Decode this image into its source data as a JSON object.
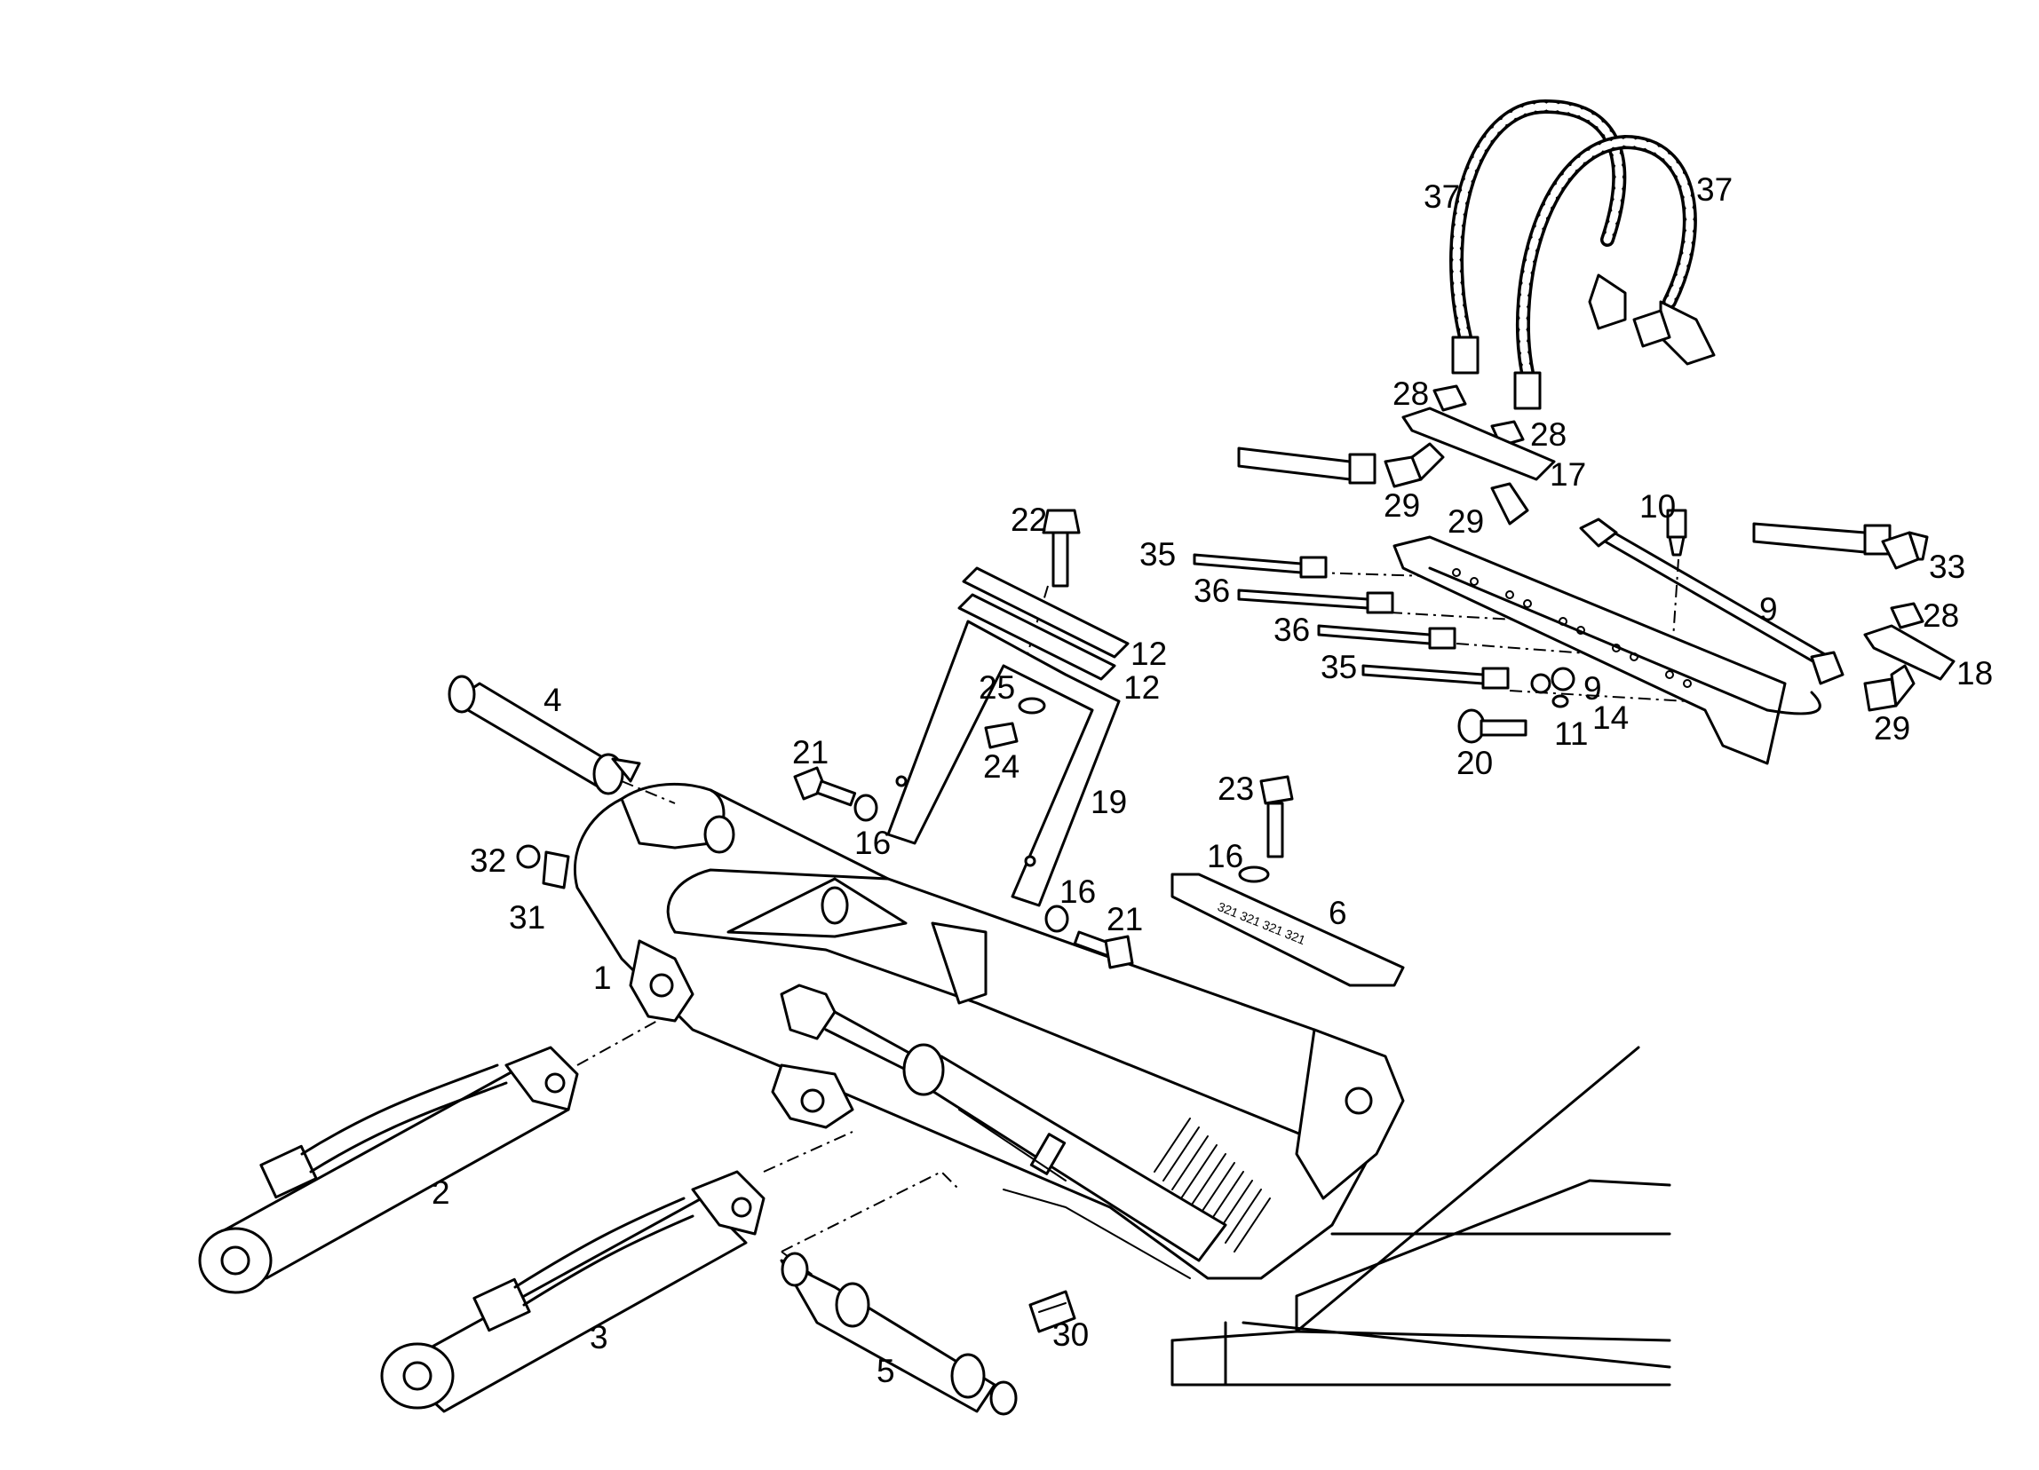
{
  "diagram": {
    "callouts": {
      "c1": "1",
      "c2": "2",
      "c3": "3",
      "c4": "4",
      "c5": "5",
      "c6": "6",
      "c9a": "9",
      "c9b": "9",
      "c10": "10",
      "c11": "11",
      "c12a": "12",
      "c12b": "12",
      "c14": "14",
      "c16a": "16",
      "c16b": "16",
      "c16c": "16",
      "c17": "17",
      "c18": "18",
      "c19": "19",
      "c20": "20",
      "c21a": "21",
      "c21b": "21",
      "c22": "22",
      "c23": "23",
      "c24": "24",
      "c25": "25",
      "c28a": "28",
      "c28b": "28",
      "c28c": "28",
      "c29a": "29",
      "c29b": "29",
      "c29c": "29",
      "c30": "30",
      "c31": "31",
      "c32": "32",
      "c33": "33",
      "c35a": "35",
      "c35b": "35",
      "c36a": "36",
      "c36b": "36",
      "c37a": "37",
      "c37b": "37"
    },
    "plate_marking": "321"
  }
}
